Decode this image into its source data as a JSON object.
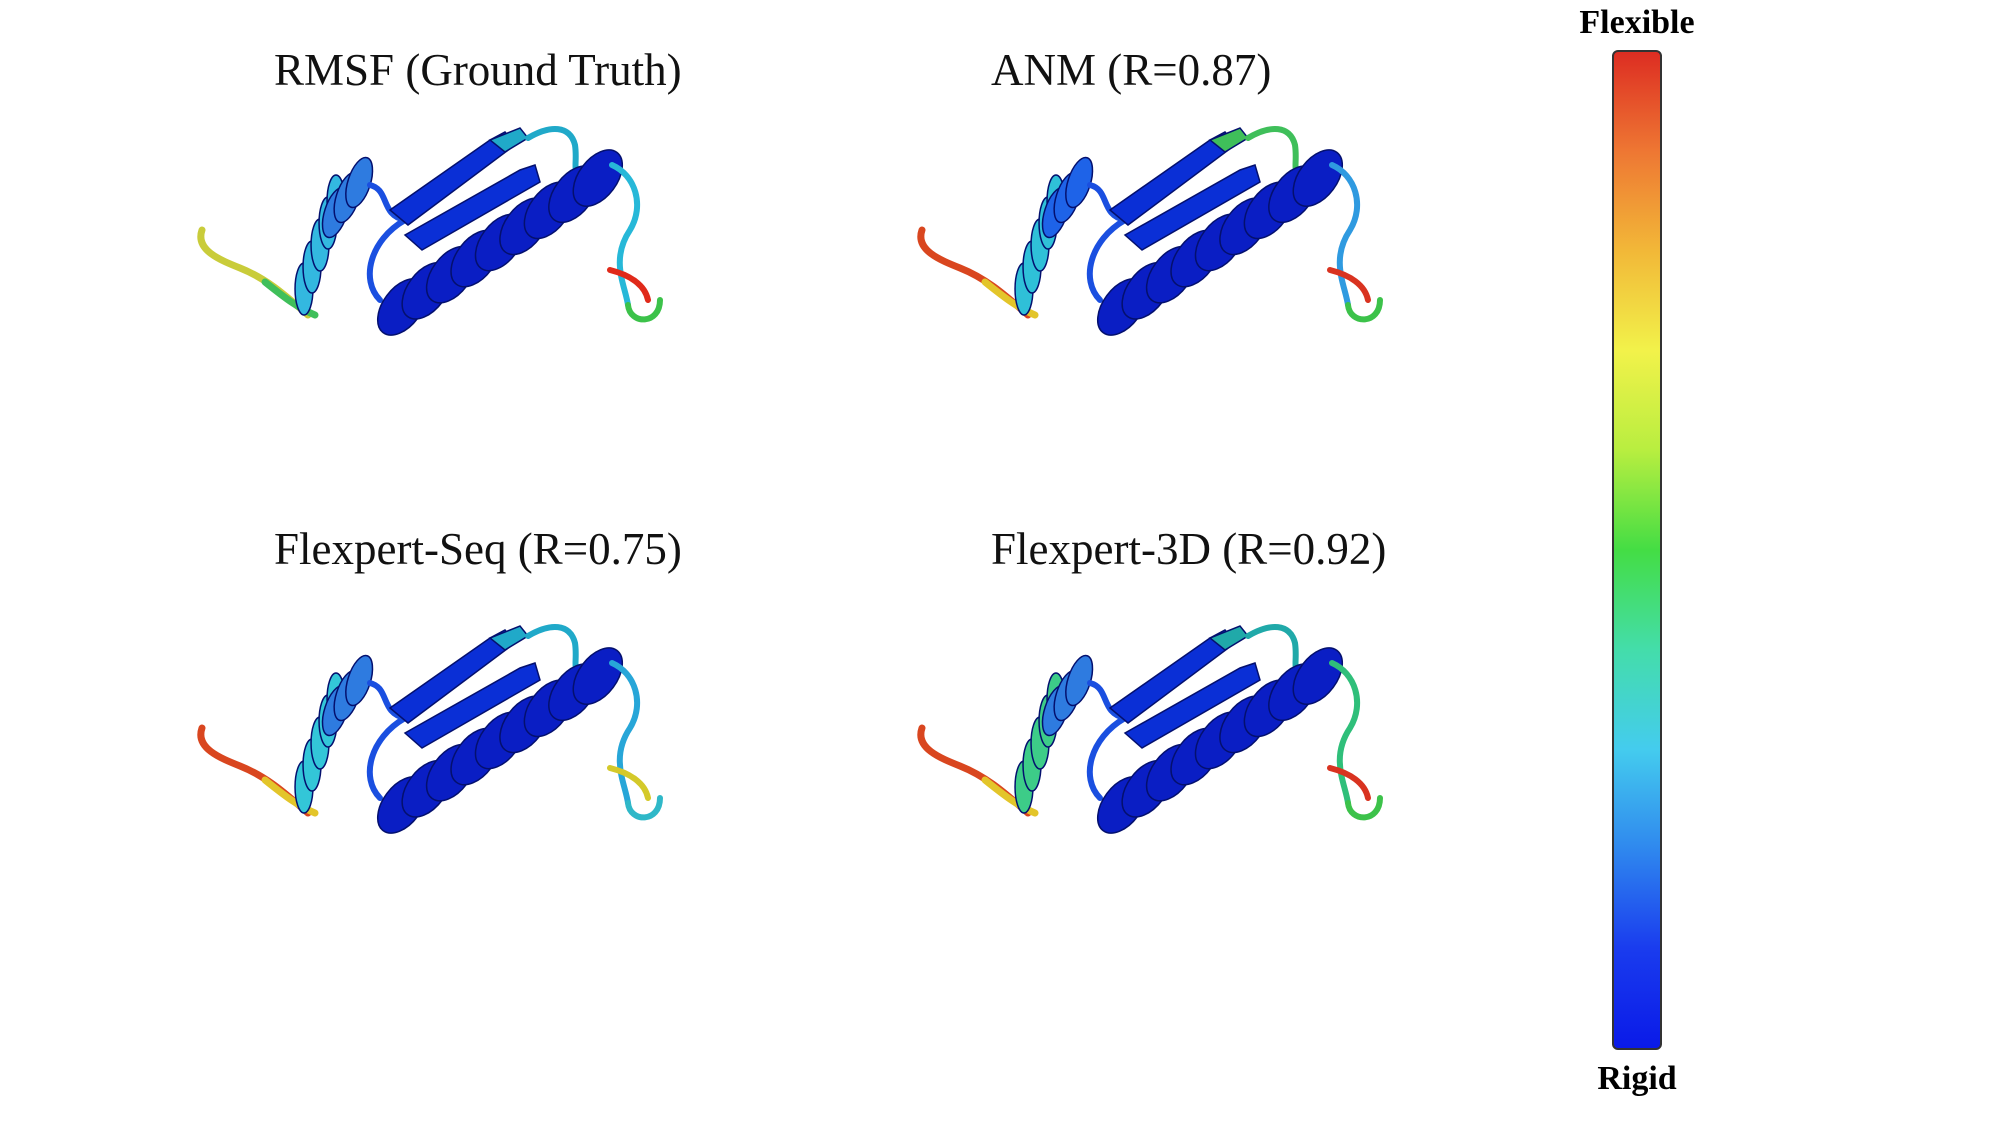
{
  "panels": [
    {
      "title": "RMSF (Ground Truth)",
      "colors": {
        "nterm_tail": "#c9cc3a",
        "nterm_mid": "#3fbf5a",
        "helix1": "#2e7be0",
        "helix1_lower": "#33b8e0",
        "sheet": "#0a2fd6",
        "sheet_tip": "#20a9c9",
        "helix2": "#0a1ec4",
        "loop": "#1a4fe0",
        "cterm_loop": "#27b8d8",
        "cterm_tip": "#e02a1a",
        "cterm_hook": "#3cc24a"
      }
    },
    {
      "title": "ANM (R=0.87)",
      "colors": {
        "nterm_tail": "#d9461f",
        "nterm_mid": "#e3c52a",
        "helix1": "#1e63e8",
        "helix1_lower": "#2fc0d8",
        "sheet": "#0a2fd6",
        "sheet_tip": "#3fbf5a",
        "helix2": "#0a1ec4",
        "loop": "#1a4fe0",
        "cterm_loop": "#2f9ae0",
        "cterm_tip": "#d93320",
        "cterm_hook": "#3cc24a"
      }
    },
    {
      "title": "Flexpert-Seq (R=0.75)",
      "colors": {
        "nterm_tail": "#d9461f",
        "nterm_mid": "#e3c52a",
        "helix1": "#2e7be0",
        "helix1_lower": "#33c6d8",
        "sheet": "#0a2fd6",
        "sheet_tip": "#20a9c9",
        "helix2": "#0a1ec4",
        "loop": "#1a4fe0",
        "cterm_loop": "#27a6d8",
        "cterm_tip": "#d4c92a",
        "cterm_hook": "#2fb8c8"
      }
    },
    {
      "title": "Flexpert-3D (R=0.92)",
      "colors": {
        "nterm_tail": "#d9461f",
        "nterm_mid": "#e3c52a",
        "helix1": "#2e7be0",
        "helix1_lower": "#3dcc88",
        "sheet": "#0a2fd6",
        "sheet_tip": "#20a9a9",
        "helix2": "#0a1ec4",
        "loop": "#1a4fe0",
        "cterm_loop": "#2fbf7a",
        "cterm_tip": "#d93320",
        "cterm_hook": "#3cc24a"
      }
    }
  ],
  "colorbar": {
    "top_label": "Flexible",
    "bottom_label": "Rigid",
    "stops": [
      "#dd2d22",
      "#ee7733",
      "#f2b838",
      "#f2f24a",
      "#b8ee40",
      "#44dd44",
      "#44ddaa",
      "#44ccee",
      "#2f88ee",
      "#1a3cee",
      "#0a1ae8"
    ]
  }
}
